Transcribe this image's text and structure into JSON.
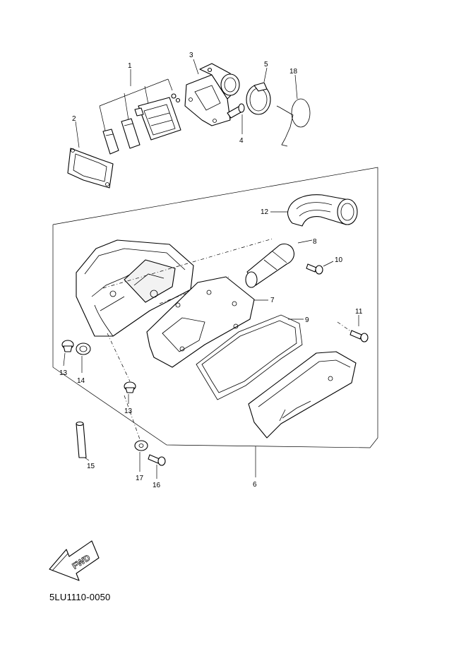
{
  "diagram": {
    "callouts": [
      "1",
      "2",
      "3",
      "4",
      "5",
      "18",
      "12",
      "8",
      "10",
      "7",
      "9",
      "11",
      "13",
      "14",
      "13",
      "15",
      "17",
      "16",
      "6"
    ],
    "fwd_label": "FWD",
    "drawing_code": "5LU1110-0050"
  }
}
